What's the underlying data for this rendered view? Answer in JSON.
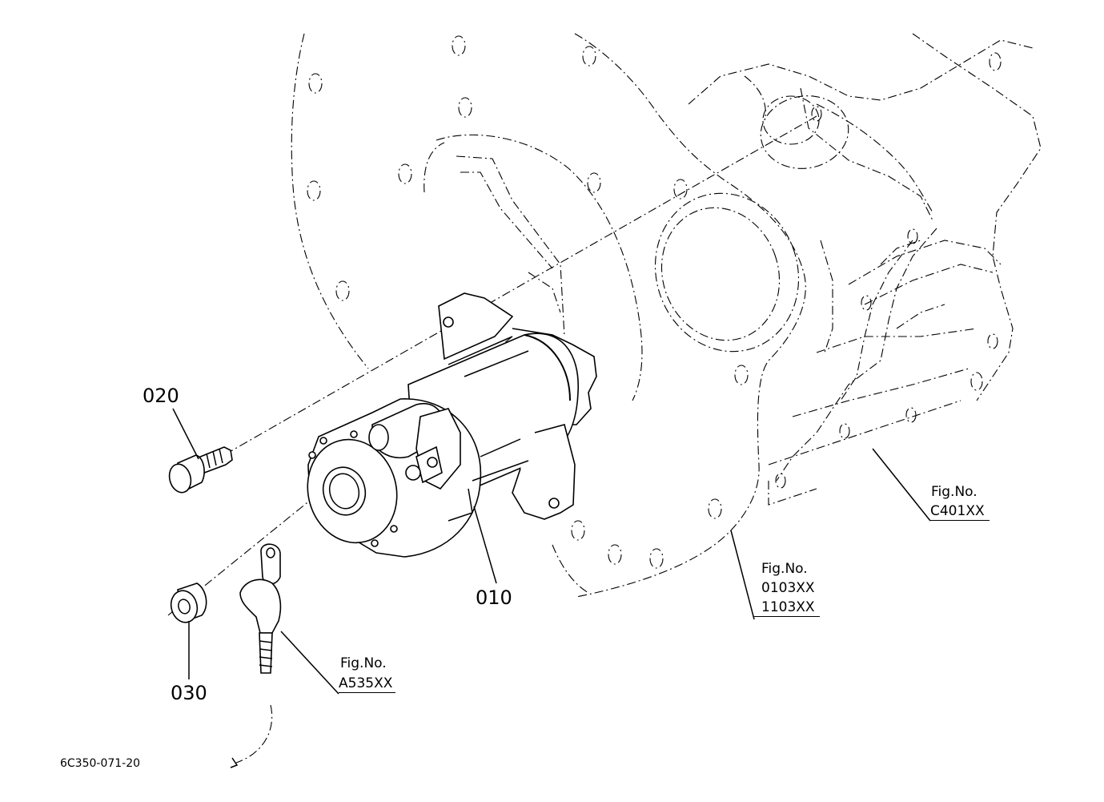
{
  "parts": {
    "p010": "010",
    "p020": "020",
    "p030": "030"
  },
  "refs": {
    "c401": {
      "fig": "Fig.No.",
      "no": "C401XX"
    },
    "r0103": {
      "fig": "Fig.No.",
      "no1": "0103XX",
      "no2": "1103XX"
    },
    "a535": {
      "fig": "Fig.No.",
      "no": "A535XX"
    }
  },
  "drawing_code": "6C350-071-20"
}
